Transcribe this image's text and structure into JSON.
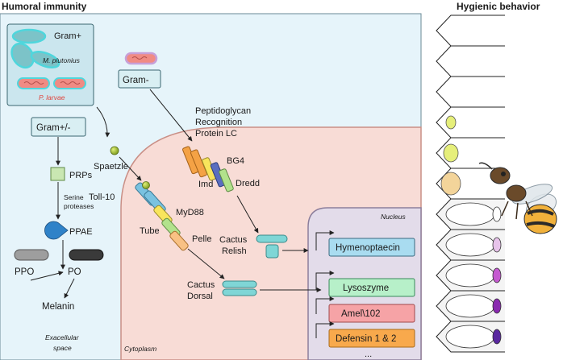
{
  "titles": {
    "left": "Humoral immunity",
    "right": "Hygienic behavior"
  },
  "regions": {
    "extracellular": [
      "Exacellular",
      "space"
    ],
    "cytoplasm": "Cytoplasm",
    "nucleus": "Nucleus"
  },
  "bacteria": {
    "gram_plus": "Gram+",
    "m_plutonius": "M. plutonius",
    "p_larvae": "P. larvae",
    "gram_minus": "Gram-",
    "gram_pm": "Gram+/-"
  },
  "pathway_left": {
    "prps": "PRPs",
    "serine": [
      "Serine",
      "proteases"
    ],
    "ppae": "PPAE",
    "ppo": "PPO",
    "po": "PO",
    "melanin": "Melanin"
  },
  "toll": {
    "spaetzle": "Spaetzle",
    "toll10": "Toll-10",
    "myd88": "MyD88",
    "tube": "Tube",
    "pelle": "Pelle",
    "cactus_dorsal": [
      "Cactus",
      "Dorsal"
    ]
  },
  "imd": {
    "pgrp": [
      "Peptidoglycan",
      "Recognition",
      "Protein LC"
    ],
    "bg4": "BG4",
    "imd": "Imd",
    "dredd": "Dredd",
    "cactus_relish": [
      "Cactus",
      "Relish"
    ]
  },
  "genes": [
    "Hymenoptaecin",
    "Lysoszyme",
    "Amel\\102",
    "Defensin 1 & 2",
    "..."
  ],
  "colors": {
    "extracellular_bg": "#e6f4fa",
    "cell_bg": "#f8dcd6",
    "nucleus_bg": "#e3dcea",
    "box_fill": "#d9eff3",
    "gene_colors": [
      "#a9dcf0",
      "#b7f0c9",
      "#f6a3a6",
      "#f8a94c"
    ]
  }
}
